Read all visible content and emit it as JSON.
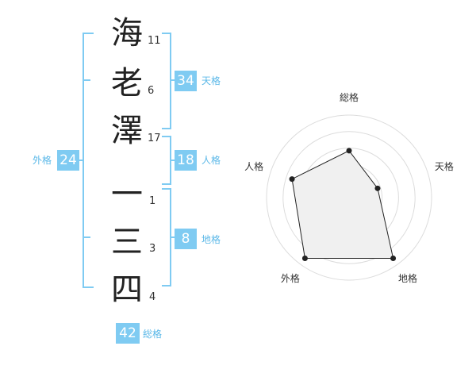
{
  "name": {
    "surname": [
      {
        "char": "海",
        "strokes": "11"
      },
      {
        "char": "老",
        "strokes": "6"
      },
      {
        "char": "澤",
        "strokes": "17"
      }
    ],
    "given": [
      {
        "char": "一",
        "strokes": "1"
      },
      {
        "char": "三",
        "strokes": "3"
      },
      {
        "char": "四",
        "strokes": "4"
      }
    ]
  },
  "fortunes": {
    "tenkaku": {
      "value": "34",
      "label": "天格"
    },
    "jinkaku": {
      "value": "18",
      "label": "人格"
    },
    "chikaku": {
      "value": "8",
      "label": "地格"
    },
    "gaikaku": {
      "value": "24",
      "label": "外格"
    },
    "soukaku": {
      "value": "42",
      "label": "総格"
    }
  },
  "colors": {
    "accent": "#7fcbf2",
    "label": "#5bb8e8"
  },
  "chart_data": {
    "type": "radar",
    "categories": [
      "総格",
      "天格",
      "地格",
      "外格",
      "人格"
    ],
    "values": [
      2.5,
      1.6,
      4.0,
      4.0,
      3.2
    ],
    "rlim": [
      0,
      4.4
    ],
    "grid": true
  }
}
